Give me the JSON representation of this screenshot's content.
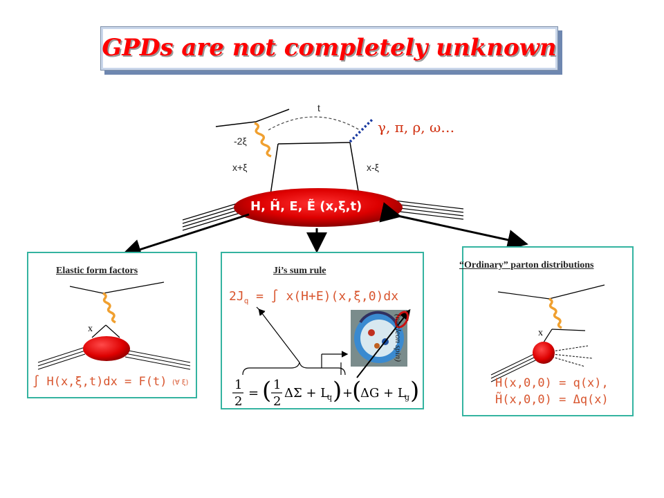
{
  "title": "GPDs are not completely unknown",
  "diagram": {
    "t_label": "t",
    "minus2xi_label": "-2ξ",
    "xplus_label": "x+ξ",
    "xminus_label": "x-ξ",
    "mesons": "γ, π, ρ, ω…",
    "gpd_label": "H, H̃, E, Ẽ (x,ξ,t)"
  },
  "panels": {
    "left": {
      "heading": "Elastic form factors",
      "x_label": "x",
      "formula": "∫ H(x,ξ,t)dx = F(t)",
      "qualifier": "(∀ ξ)"
    },
    "middle": {
      "heading": "Ji’s sum rule",
      "formula_lhs": "2J",
      "formula_sub": "q",
      "formula_rhs": " = ∫ x(H+E)(x,ξ,0)dx",
      "spin_label": "(nucleon spin)"
    },
    "right": {
      "heading": "“Ordinary” parton distributions",
      "x_label": "x",
      "formula1": "H(x,0,0) = q(x),",
      "formula2": "H̃(x,0,0) = Δq(x)"
    }
  },
  "colors": {
    "title": "#ff0000",
    "panel_border": "#33b3a0",
    "formula": "#d8552e",
    "gluon": "#f0a030",
    "blob": "#cc0000"
  }
}
